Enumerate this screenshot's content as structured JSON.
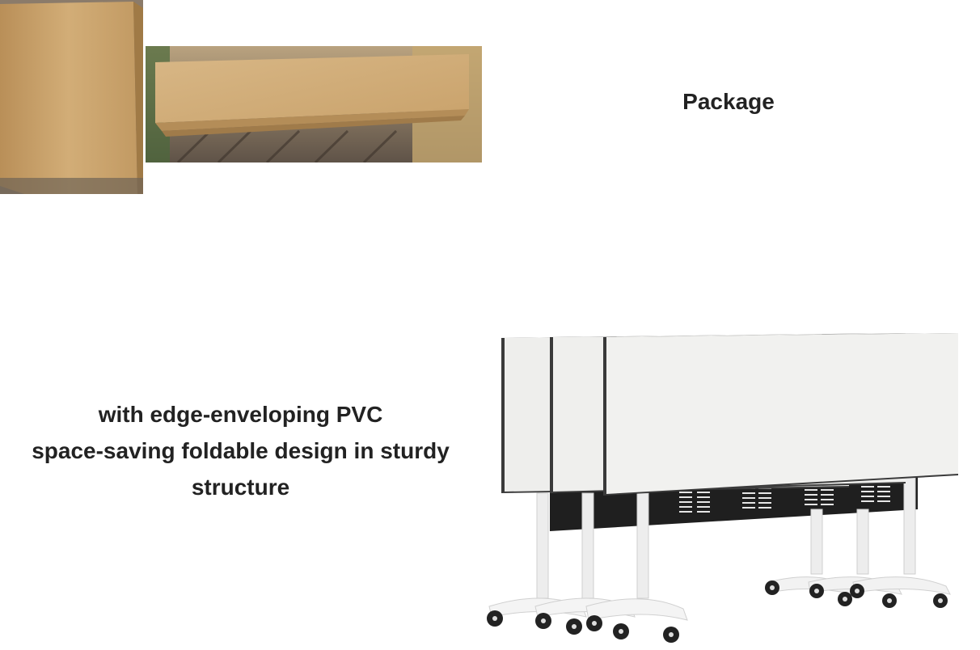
{
  "section": {
    "heading": "Package"
  },
  "feature": {
    "lines": [
      "with edge-enveloping PVC",
      "space-saving foldable design in sturdy",
      "structure"
    ]
  },
  "images": {
    "package_photo_1": "cardboard box package standing upright",
    "package_photo_2": "flat cardboard box package lying on table",
    "product_photo": "three white folding tables on casters, tops folded vertically, nested together"
  },
  "colors": {
    "text": "#222222",
    "cardboard": "#c9a36c",
    "table_top": "#f0f0ee",
    "modesty_panel": "#1e1e1e"
  }
}
